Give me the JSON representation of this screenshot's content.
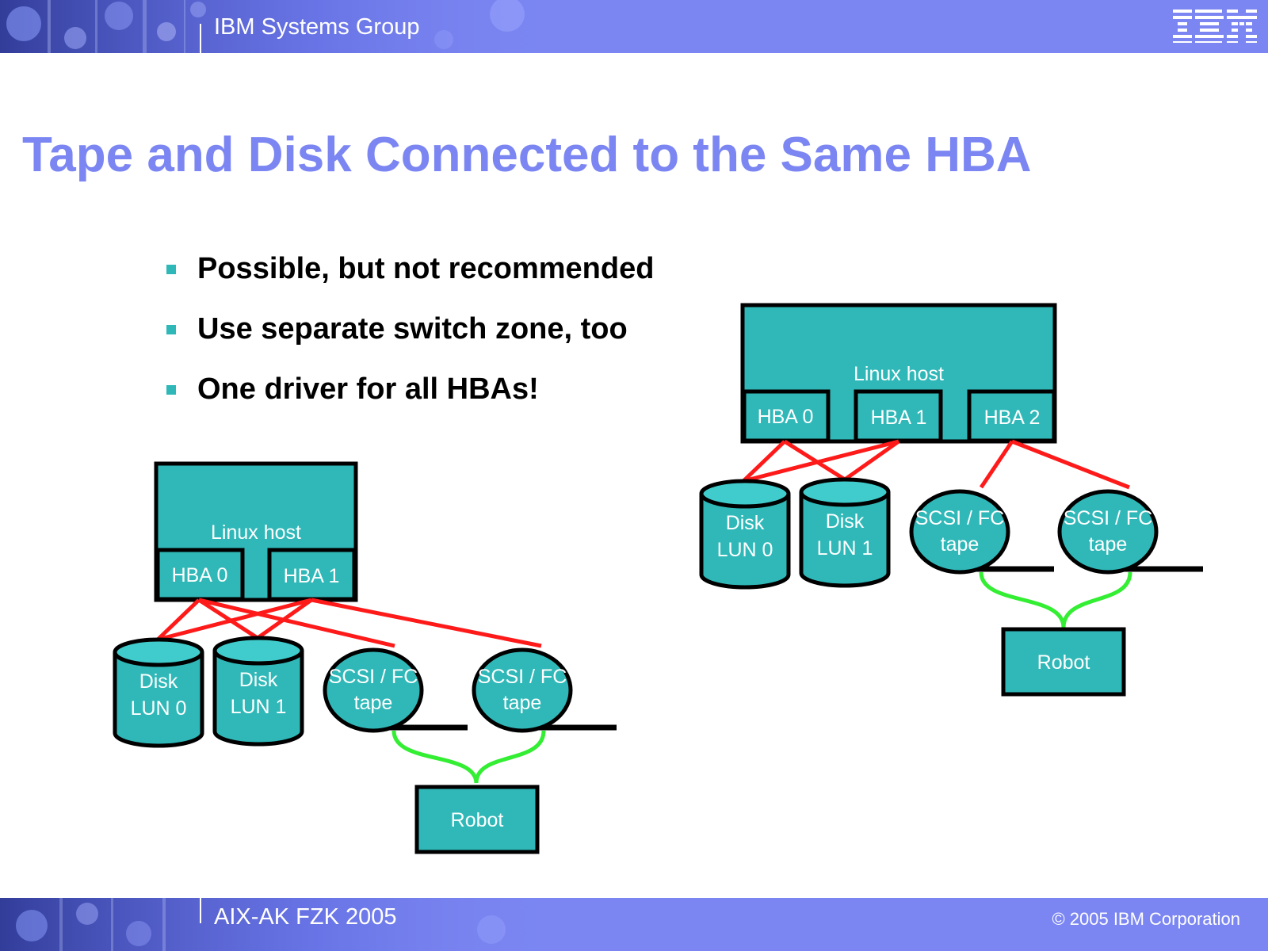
{
  "header": {
    "title": "IBM Systems Group",
    "logo_text": "IBM"
  },
  "title": "Tape and Disk Connected to the Same HBA",
  "bullets": [
    "Possible, but not recommended",
    "Use separate switch zone, too",
    "One driver for all HBAs!"
  ],
  "footer": {
    "left": "AIX-AK FZK 2005",
    "right": "© 2005 IBM Corporation"
  },
  "diagram_left": {
    "host": "Linux host",
    "hbas": [
      "HBA 0",
      "HBA 1"
    ],
    "disks": [
      {
        "line1": "Disk",
        "line2": "LUN 0"
      },
      {
        "line1": "Disk",
        "line2": "LUN 1"
      }
    ],
    "tapes": [
      {
        "line1": "SCSI / FC",
        "line2": "tape"
      },
      {
        "line1": "SCSI / FC",
        "line2": "tape"
      }
    ],
    "robot": "Robot"
  },
  "diagram_right": {
    "host": "Linux host",
    "hbas": [
      "HBA 0",
      "HBA 1",
      "HBA 2"
    ],
    "disks": [
      {
        "line1": "Disk",
        "line2": "LUN 0"
      },
      {
        "line1": "Disk",
        "line2": "LUN 1"
      }
    ],
    "tapes": [
      {
        "line1": "SCSI / FC",
        "line2": "tape"
      },
      {
        "line1": "SCSI / FC",
        "line2": "tape"
      }
    ],
    "robot": "Robot"
  },
  "colors": {
    "band": "#7b86f2",
    "title": "#7b86f2",
    "device_fill": "#30b8b8",
    "disk_top": "#40cccc",
    "outline": "#000000",
    "fc_link": "#ff1a1a",
    "robot_link": "#33ee33",
    "bullet": "#30b8b8"
  }
}
